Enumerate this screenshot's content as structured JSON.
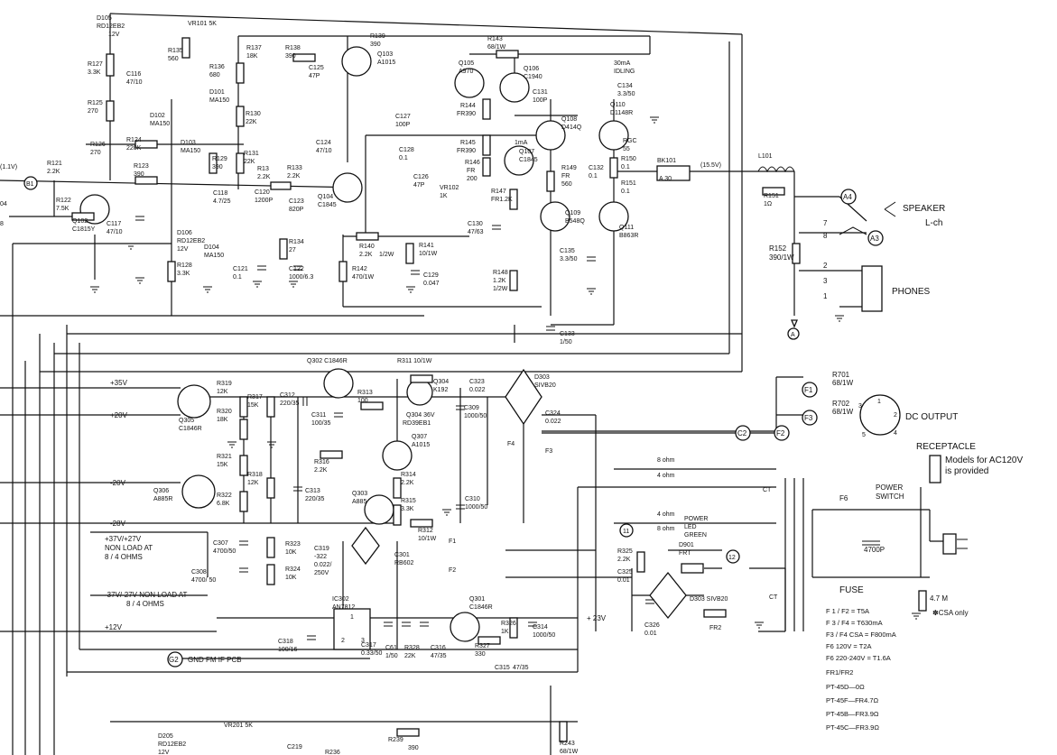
{
  "amplifier": {
    "comp_labels": [
      "D105",
      "RD12EB2",
      "12V",
      "VR101 5K",
      "R135",
      "560",
      "R136",
      "680",
      "D101",
      "MA150",
      "R137",
      "18K",
      "R138",
      "390",
      "R139",
      "390",
      "Q103",
      "A1015",
      "C125",
      "47P",
      "R143",
      "68/1W",
      "Q105",
      "A970",
      "Q106",
      "C1940",
      "30mA",
      "IDLING",
      "C134",
      "3.3/50",
      "C131",
      "100P",
      "Q110",
      "D1148R",
      "R144",
      "FR390",
      "R127",
      "3.3K",
      "C116",
      "47/10",
      "R125",
      "270",
      "D102",
      "MA150",
      "R130",
      "22K",
      "C127",
      "100P",
      "Q108",
      "D414Q",
      "RGC",
      "55",
      "R126",
      "270",
      "R124",
      "220K",
      "D103",
      "MA150",
      "R145",
      "FR390",
      "1mA",
      "Q107",
      "C1845",
      "R146",
      "FR",
      "200",
      "R149",
      "FR",
      "560",
      "C132",
      "0.1",
      "R150",
      "0.1",
      "R151",
      "0.1",
      "BK101",
      "A 30",
      "(15.5V)",
      "L101",
      "R151",
      "1Ω",
      "R121",
      "2.2K",
      "R123",
      "390",
      "R129",
      "390",
      "R131",
      "22K",
      "R13",
      "2.2K",
      "R133",
      "2.2K",
      "C124",
      "47/10",
      "C128",
      "0.1",
      "C126",
      "47P",
      "VR102",
      "1K",
      "R147",
      "FR1.2K",
      "Q109",
      "B548Q",
      "Q111",
      "B863R",
      "R122",
      "7.5K",
      "Q102",
      "C1815Y",
      "C117",
      "47/10",
      "D106",
      "RD12EB2",
      "12V",
      "D104",
      "MA150",
      "R128",
      "3.3K",
      "C118",
      "4.7/25",
      "C120",
      "1200P",
      "C123",
      "820P",
      "Q104",
      "C1845",
      "C130",
      "47/63",
      "R134",
      "27",
      "R140",
      "2.2K",
      "1/2W",
      "R141",
      "10/1W",
      "C135",
      "3.3/50",
      "C121",
      "0.1",
      "C122",
      "1000/6.3",
      "R142",
      "470/1W",
      "C129",
      "0.047",
      "R148",
      "1.2K",
      "1/2W",
      "C133",
      "1/50",
      "(1.1V)",
      "B1",
      "04",
      "8"
    ],
    "speaker_label": "SPEAKER",
    "channel_label": "L-ch",
    "phones_label": "PHONES",
    "r152": "R152",
    "r152_val": "390/1W",
    "pin7": "7",
    "pin8": "8",
    "pin2": "2",
    "pin3": "3",
    "pin1": "1",
    "node_a4": "A4",
    "node_a3": "A3",
    "node_a": "A"
  },
  "power": {
    "rail_p35": "+35V",
    "rail_p20": "+20V",
    "rail_m20": "-20V",
    "rail_m28": "-28V",
    "rail_p12": "+12V",
    "rail_p23": "+ 23V",
    "note_pos": "+37V/+27V",
    "note_pos2": "NON LOAD AT",
    "note_pos3": "8 / 4 OHMS",
    "note_neg": "-37V/-27V NON LOAD AT",
    "note_neg2": "8 / 4 OHMS",
    "gnd": "GND FM IF PCB",
    "g2": "G2",
    "comp_labels": [
      "Q302 C1846R",
      "R311 10/1W",
      "R319",
      "12K",
      "R317",
      "15K",
      "C312",
      "220/35",
      "R313",
      "100",
      "Q304",
      "K192",
      "C323",
      "0.022",
      "D303",
      "SIVB20",
      "Q305",
      "C1846R",
      "R320",
      "18K",
      "C311",
      "100/35",
      "Q304 36V",
      "RD39EB1",
      "C309",
      "1000/50",
      "C324",
      "0.022",
      "Q307",
      "A1015",
      "R316",
      "2.2K",
      "R321",
      "15K",
      "F4",
      "F3",
      "R318",
      "12K",
      "Q306",
      "A885R",
      "R322",
      "6.8K",
      "C313",
      "220/35",
      "Q303",
      "A885",
      "R314",
      "2.2K",
      "R315",
      "3.3K",
      "C310",
      "1000/50",
      "R312",
      "10/1W",
      "C307",
      "4700/50",
      "R323",
      "10K",
      "C319",
      "-322",
      "0.022/",
      "250V",
      "C301",
      "RB602",
      "F1",
      "F2",
      "C308",
      "4700/ 50",
      "R324",
      "10K",
      "IC302",
      "AN7812",
      "Q301",
      "C1846R",
      "R326",
      "1K",
      "C314",
      "1000/50",
      "C318",
      "100/16",
      "C317",
      "0.33/50",
      "C61",
      "1/50",
      "R328",
      "22K",
      "C316",
      "47/35",
      "R327",
      "330",
      "C315",
      "47/35"
    ],
    "ic_pins": [
      "1",
      "2",
      "3"
    ]
  },
  "output": {
    "r701": "R701",
    "r701_val": "68/1W",
    "r702": "R702",
    "r702_val": "68/1W",
    "f1": "F1",
    "f3": "F3",
    "c2": "C2",
    "f2": "F2",
    "dc_output": "DC OUTPUT",
    "din_pins": [
      "1",
      "2",
      "3",
      "4",
      "5"
    ],
    "receptacle": "RECEPTACLE",
    "models_1": "Models for AC120V",
    "models_2": "is provided",
    "f6": "F6",
    "power_switch_1": "POWER",
    "power_switch_2": "SWITCH",
    "c_4700": "4700P",
    "fuse": "FUSE",
    "r_47m": "4.7 M",
    "csa_only": "✽CSA only",
    "ohm8a": "8 ohm",
    "ohm4a": "4 ohm",
    "ohm4b": "4 ohm",
    "ohm8b": "8 ohm",
    "power_led_1": "POWER",
    "power_led_2": "LED",
    "power_led_3": "GREEN",
    "d901": "D901",
    "frt": "FRT",
    "r325": "R325",
    "r325_val": "2.2K",
    "c325": "C325",
    "c325_val": "0.01",
    "c326": "C326",
    "c326_val": "0.01",
    "d303b": "D303 SIVB20",
    "fr2": "FR2",
    "ct1": "CT",
    "ct2": "CT",
    "node11": "11",
    "node12": "12"
  },
  "notes": [
    "F 1 / F2  = T5A",
    "F 3 / F4  = T630mA",
    "F3 / F4 CSA = F800mA",
    "F6  120V  = T2A",
    "F6  220-240V = T1.6A",
    "FR1/FR2",
    "PT-45D—0Ω",
    "PT-45F—FR4.7Ω",
    "PT-45B—FR3.9Ω",
    "PT-45C—FR3.9Ω"
  ],
  "bottom": {
    "labels": [
      "D205",
      "RD12EB2",
      "12V",
      "VR201 5K",
      "C219",
      "R239",
      "390",
      "R243",
      "68/1W",
      "R236"
    ]
  }
}
